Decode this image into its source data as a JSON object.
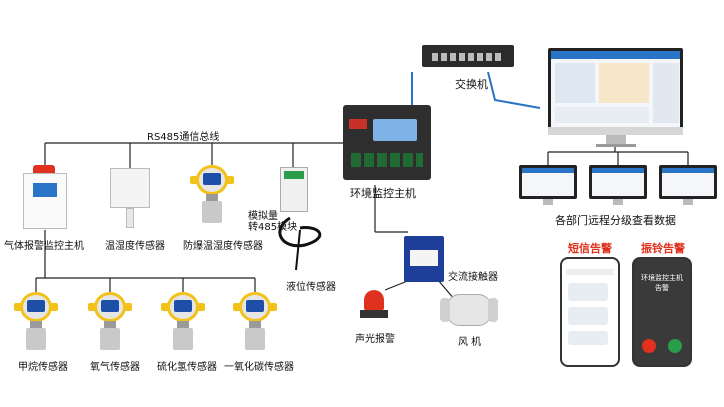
{
  "labels": {
    "bus": "RS485通信总线",
    "switch": "交换机",
    "host": "环境监控主机",
    "gas_host": "气体报警监控主机",
    "temp_humidity": "温湿度传感器",
    "explosion_proof_th": "防爆温湿度传感器",
    "analog_module": "模拟量\n转485模块",
    "liquid_level": "液位传感器",
    "contactor": "交流接触器",
    "alarm": "声光报警",
    "fan": "风 机",
    "remote_view": "各部门远程分级查看数据",
    "sms_alert": "短信告警",
    "ring_alert": "振铃告警",
    "methane": "甲烷传感器",
    "oxygen": "氧气传感器",
    "h2s": "硫化氢传感器",
    "co": "一氧化碳传感器",
    "phone_screen_title": "环境监控主机",
    "phone_screen_sub": "告警"
  },
  "colors": {
    "accent_red": "#e0301e",
    "sensor_yellow": "#f2c11a",
    "wire": "#222222",
    "cable_blue": "#2a74c7"
  }
}
